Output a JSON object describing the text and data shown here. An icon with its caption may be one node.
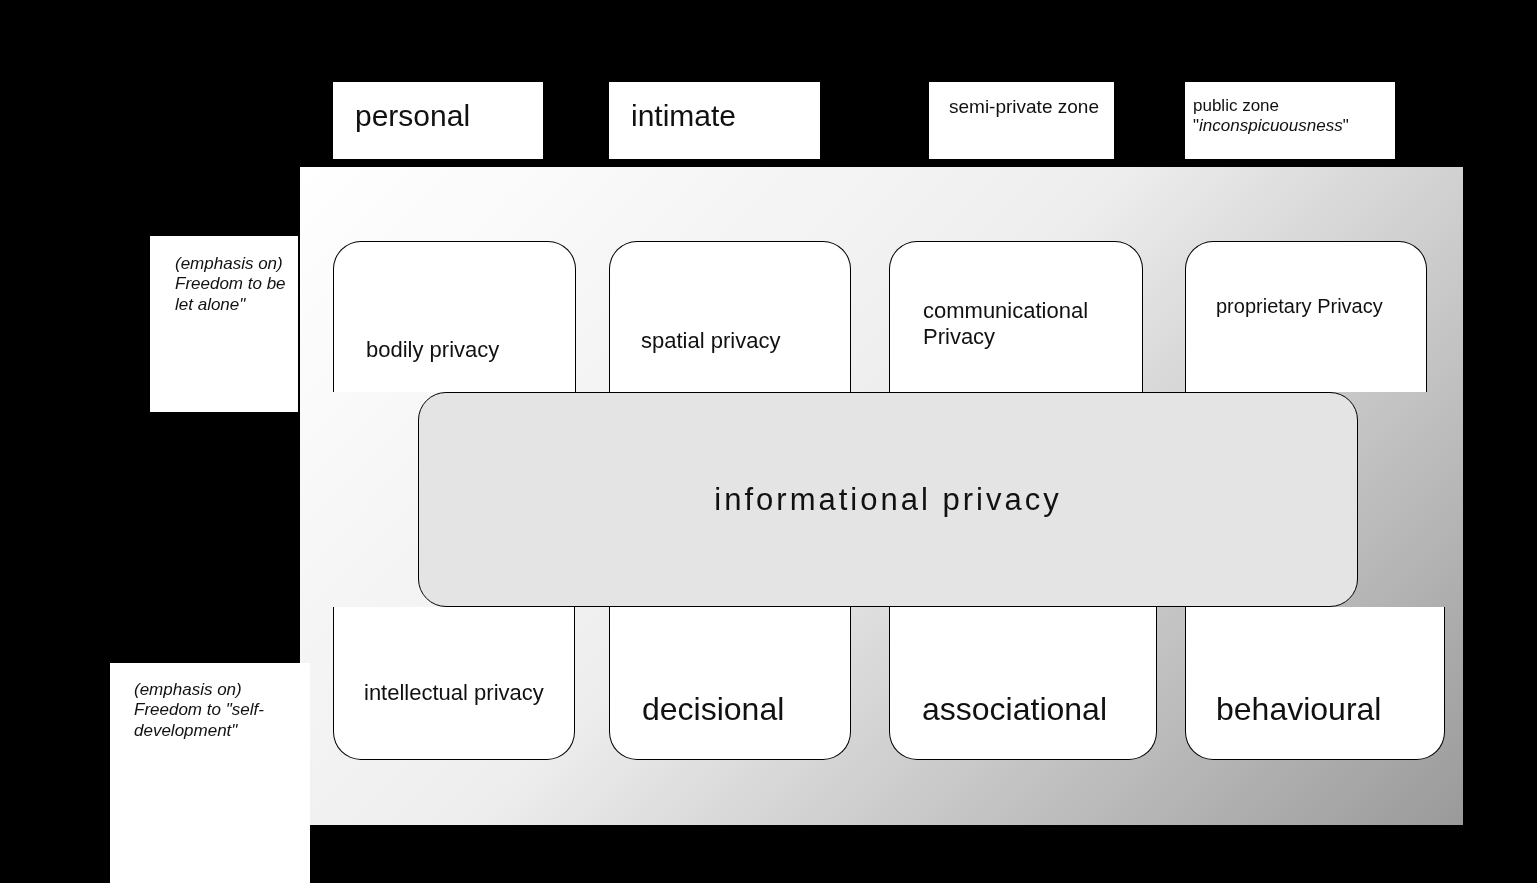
{
  "diagram": {
    "nodes": [
      {
        "text": [
          "personal"
        ]
      },
      {
        "text": [
          "intimate"
        ]
      },
      {
        "text": [
          "semi-private zone"
        ]
      },
      {
        "text": [
          "public zone \"*inconspicuousness*\""
        ]
      },
      {
        "text": [],
        "shape": "box"
      },
      {
        "text": [
          "(emphasis on) Freedom to be let alone\""
        ]
      },
      {
        "text": [
          "bodily privacy"
        ],
        "in": 4
      },
      {
        "text": [
          "spatial privacy"
        ],
        "in": 4
      },
      {
        "text": [
          "communicational Privacy"
        ],
        "in": 4
      },
      {
        "text": [
          "proprietary Privacy"
        ],
        "in": 4
      },
      {
        "text": [
          "informational privacy"
        ],
        "in": 4
      },
      {
        "text": [
          "(emphasis on) Freedom to \"self-development\""
        ]
      },
      {
        "text": [
          "intellectual privacy"
        ],
        "in": 4
      },
      {
        "text": [
          "decisional"
        ],
        "in": 4
      },
      {
        "text": [
          "associational"
        ],
        "in": 4
      },
      {
        "text": [
          "behavioural"
        ],
        "in": 4
      }
    ]
  }
}
